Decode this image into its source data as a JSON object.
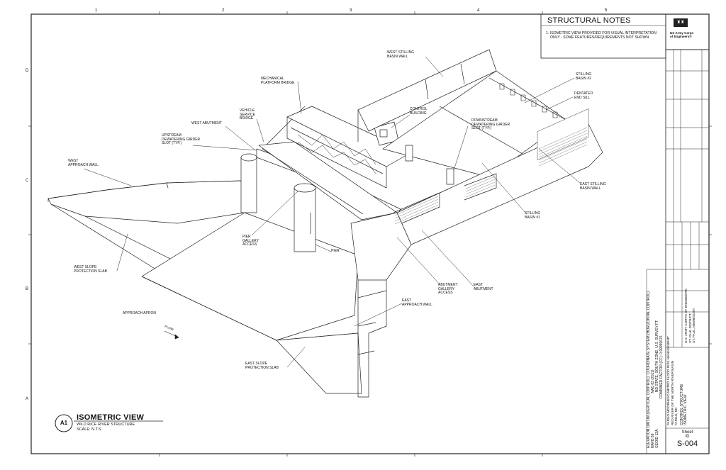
{
  "grid": {
    "columns": [
      "1",
      "2",
      "3",
      "4",
      "5"
    ],
    "rows": [
      "D",
      "C",
      "B",
      "A"
    ]
  },
  "notes": {
    "title": "STRUCTURAL NOTES",
    "items": [
      "1. ISOMETRIC VIEW PROVIDED FOR VISUAL INTERPRETATION",
      "ONLY - SOME FEATURES/REQUIREMENTS NOT SHOWN."
    ]
  },
  "logo": {
    "mark": "US Army Corps of Engineers",
    "line1": "US Army Corps",
    "line2": "of Engineers®"
  },
  "labels": {
    "west_stilling_basin_wall": [
      "WEST STILLING",
      "BASIN WALL"
    ],
    "mechanical_platform_bridge": [
      "MECHANICAL",
      "PLATFORM BRIDGE"
    ],
    "stilling_basin_2": [
      "STILLING",
      "BASIN #2"
    ],
    "dentated_end_sill": [
      "DENTATED",
      "END SILL"
    ],
    "control_building": [
      "CONTROL",
      "BUILDING"
    ],
    "vehicle_service_bridge": [
      "VEHICLE",
      "SERVICE",
      "BRIDGE"
    ],
    "west_abutment": [
      "WEST ABUTMENT"
    ],
    "downstream_girder_slot": [
      "DOWNSTREAM",
      "DEWATERING GIRDER",
      "SLOT (TYP.)"
    ],
    "upstream_girder_slot": [
      "UPSTREAM",
      "DEWATERING GIRDER",
      "SLOT (TYP.)"
    ],
    "west_approach_wall": [
      "WEST",
      "APPROACH WALL"
    ],
    "east_stilling_basin_wall": [
      "EAST STILLING",
      "BASIN WALL"
    ],
    "stilling_basin_1": [
      "STILLING",
      "BASIN #1"
    ],
    "pier_gallery_access": [
      "PIER",
      "GALLERY",
      "ACCESS"
    ],
    "pier": [
      "PIER"
    ],
    "west_slope_protection_slab": [
      "WEST SLOPE",
      "PROTECTION SLAB"
    ],
    "abutment_gallery_access": [
      "ABUTMENT",
      "GALLERY",
      "ACCESS"
    ],
    "east_abutment": [
      "EAST",
      "ABUTMENT"
    ],
    "east_approach_wall": [
      "EAST",
      "APPROACH WALL"
    ],
    "approach_apron": [
      "APPROACH APRON"
    ],
    "flow": [
      "FLOW"
    ],
    "east_slope_protection_slab": [
      "EAST SLOPE",
      "PROTECTION SLAB"
    ]
  },
  "view": {
    "tag": "A1",
    "title": "ISOMETRIC VIEW",
    "subtitle": "WILD RICE RIVER STRUCTURE",
    "scale": "SCALE: N.T.S."
  },
  "datum": {
    "l1": "ELEVATION DATUM (VERTICAL CONTROL):   COORDINATE SYSTEM (HORIZONTAL CONTROL):",
    "l2": "NAVD 88                                         NAD 83 (2011)",
    "l3": "GEOID 12A                                      ND STATE, SOUTH ZONE, U.S. SURVEY FT.",
    "l4": "                                                  COMBINED FACTOR (CF): 0.99999676"
  },
  "project": {
    "l1": "FARGO-MOORHEAD METRO FLOOD RISK MANAGEMENT",
    "l2": "RED RIVER OF THE NORTH RIVER BASIN",
    "l3": "FARGO, ND",
    "l4": "CONTROL STRUCTURE",
    "l5": "ISOMETRIC VIEW"
  },
  "agency": {
    "l1": "U.S. ARMY CORPS OF ENGINEERS",
    "l2": "ST. PAUL DISTRICT",
    "l3": "ST. PAUL, MINNESOTA"
  },
  "sheet": {
    "label": "Sheet",
    "label2": "ID",
    "id": "S-004"
  }
}
